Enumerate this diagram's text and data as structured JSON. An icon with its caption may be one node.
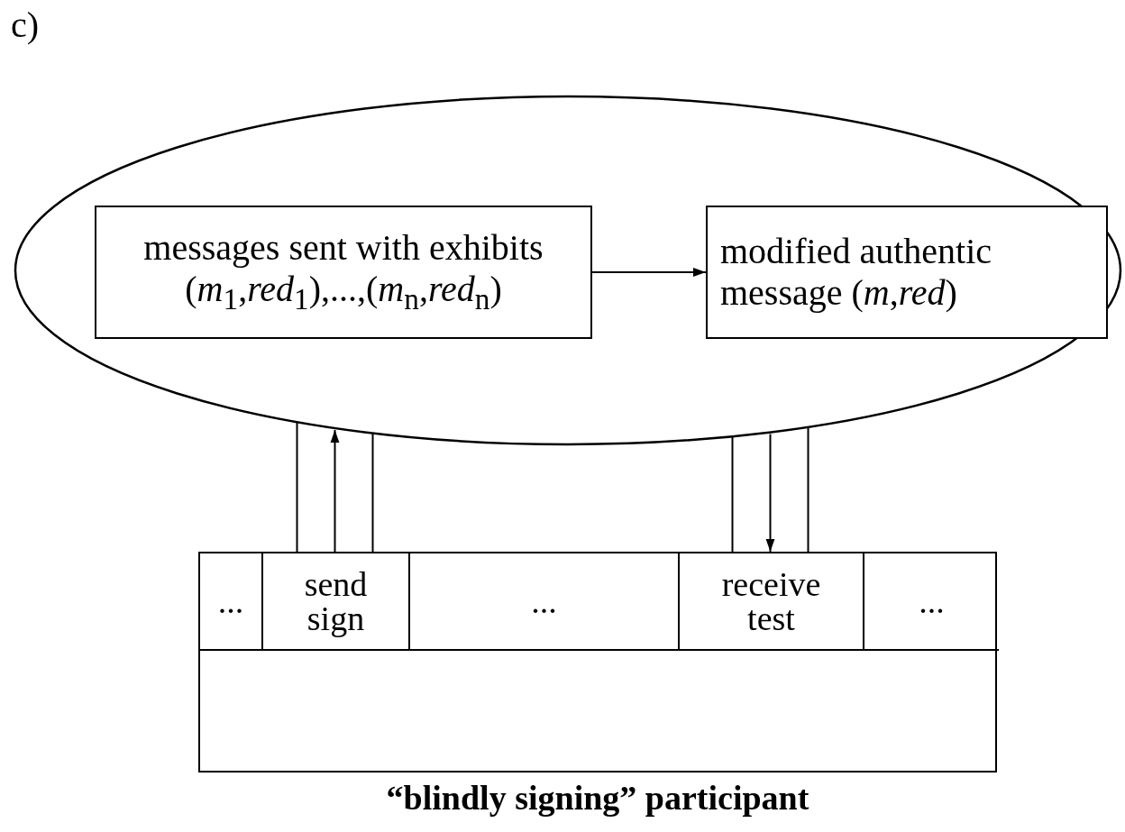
{
  "diagram": {
    "nodes": [
      {
        "text": [],
        "shape": "ellipse"
      },
      {
        "text": [
          "messages sent with exhibits",
          "(*m*$_{1}$,*red*$_{1}$),...,(*m*$_{n}$,*red*$_{n}$)"
        ],
        "in": 0
      },
      {
        "text": [
          "modified authentic message (*m*,*red*)"
        ],
        "in": 0
      },
      {
        "text": [
          "“blindly signing” participant"
        ]
      },
      {
        "text": [
          "..."
        ],
        "in": 3
      },
      {
        "text": [
          "send sign"
        ],
        "in": 3
      },
      {
        "text": [
          "..."
        ],
        "in": 3
      },
      {
        "text": [
          "receive test"
        ],
        "in": 3
      },
      {
        "text": [
          "..."
        ],
        "in": 3
      }
    ],
    "edges": [
      {
        "from": 1,
        "to": 2,
        "arrow": "to"
      },
      {
        "from": 5,
        "to": 0,
        "arrow": "to"
      },
      {
        "from": 0,
        "to": 7,
        "arrow": "to"
      }
    ],
    "labels": [
      "c)"
    ]
  }
}
